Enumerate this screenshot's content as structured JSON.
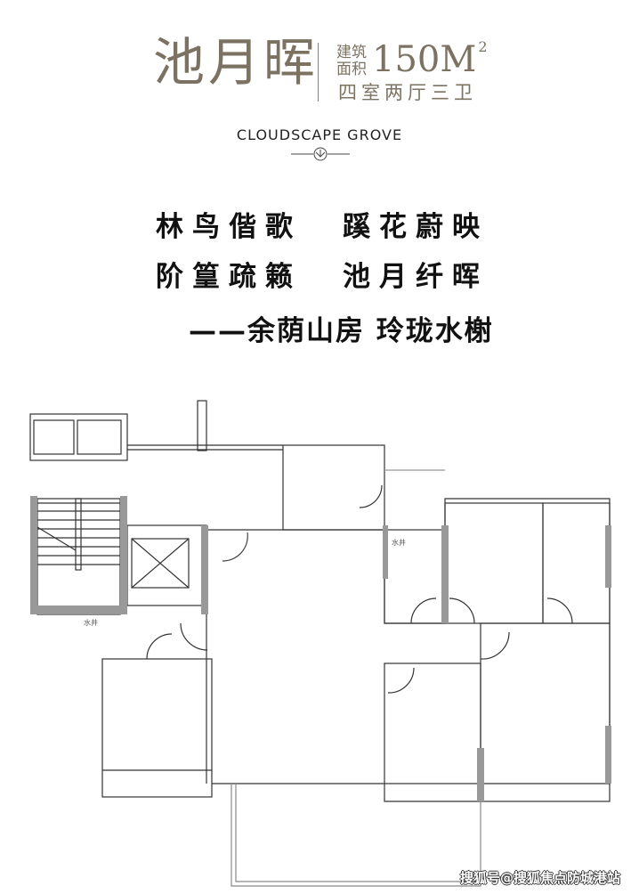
{
  "header": {
    "title": "池月晖",
    "area_label": "建筑面积",
    "area_value": "150M",
    "area_unit_sup": "2",
    "layout": "四室两厅三卫",
    "english_name": "CLOUDSCAPE GROVE"
  },
  "poem": {
    "line1a": "林鸟偕歌",
    "line1b": "蹊花蔚映",
    "line2a": "阶篁疏籁",
    "line2b": "池月纤晖",
    "line3": "——余荫山房 玲珑水榭"
  },
  "floor_plan": {
    "labels": {
      "water_well_1": "水井",
      "water_well_2": "水井"
    }
  },
  "watermark": "搜狐号@搜狐焦点防城港站",
  "colors": {
    "title": "#7b7262",
    "wall_fill": "#999999",
    "line": "#333333"
  }
}
